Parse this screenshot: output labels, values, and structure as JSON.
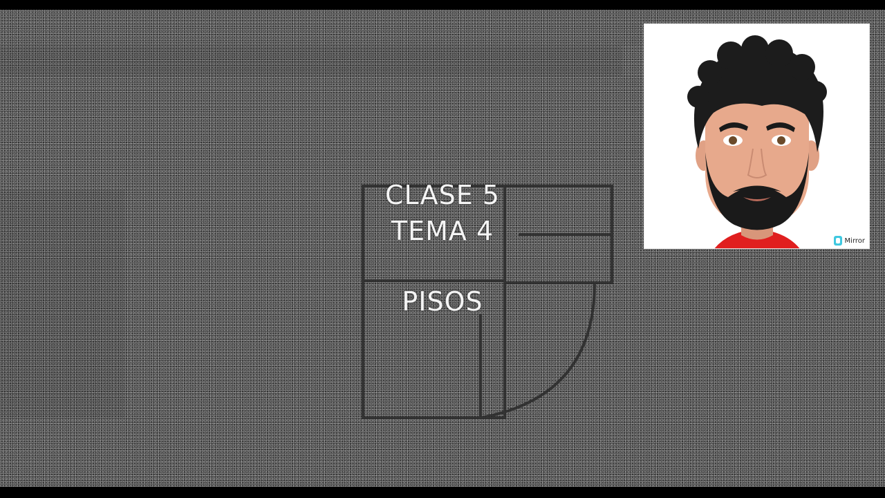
{
  "slide": {
    "clase_label": "CLASE 5",
    "tema_label": "TEMA 4",
    "topic_label": "PISOS"
  },
  "avatar": {
    "badge_label": "Mirror",
    "badge_icon": "mirror-app-icon"
  },
  "colors": {
    "text": "#f4f4f4",
    "noise_base": "#6b6b6b",
    "shirt": "#e01f1f",
    "skin": "#e7a98c",
    "hair": "#1c1c1c"
  }
}
